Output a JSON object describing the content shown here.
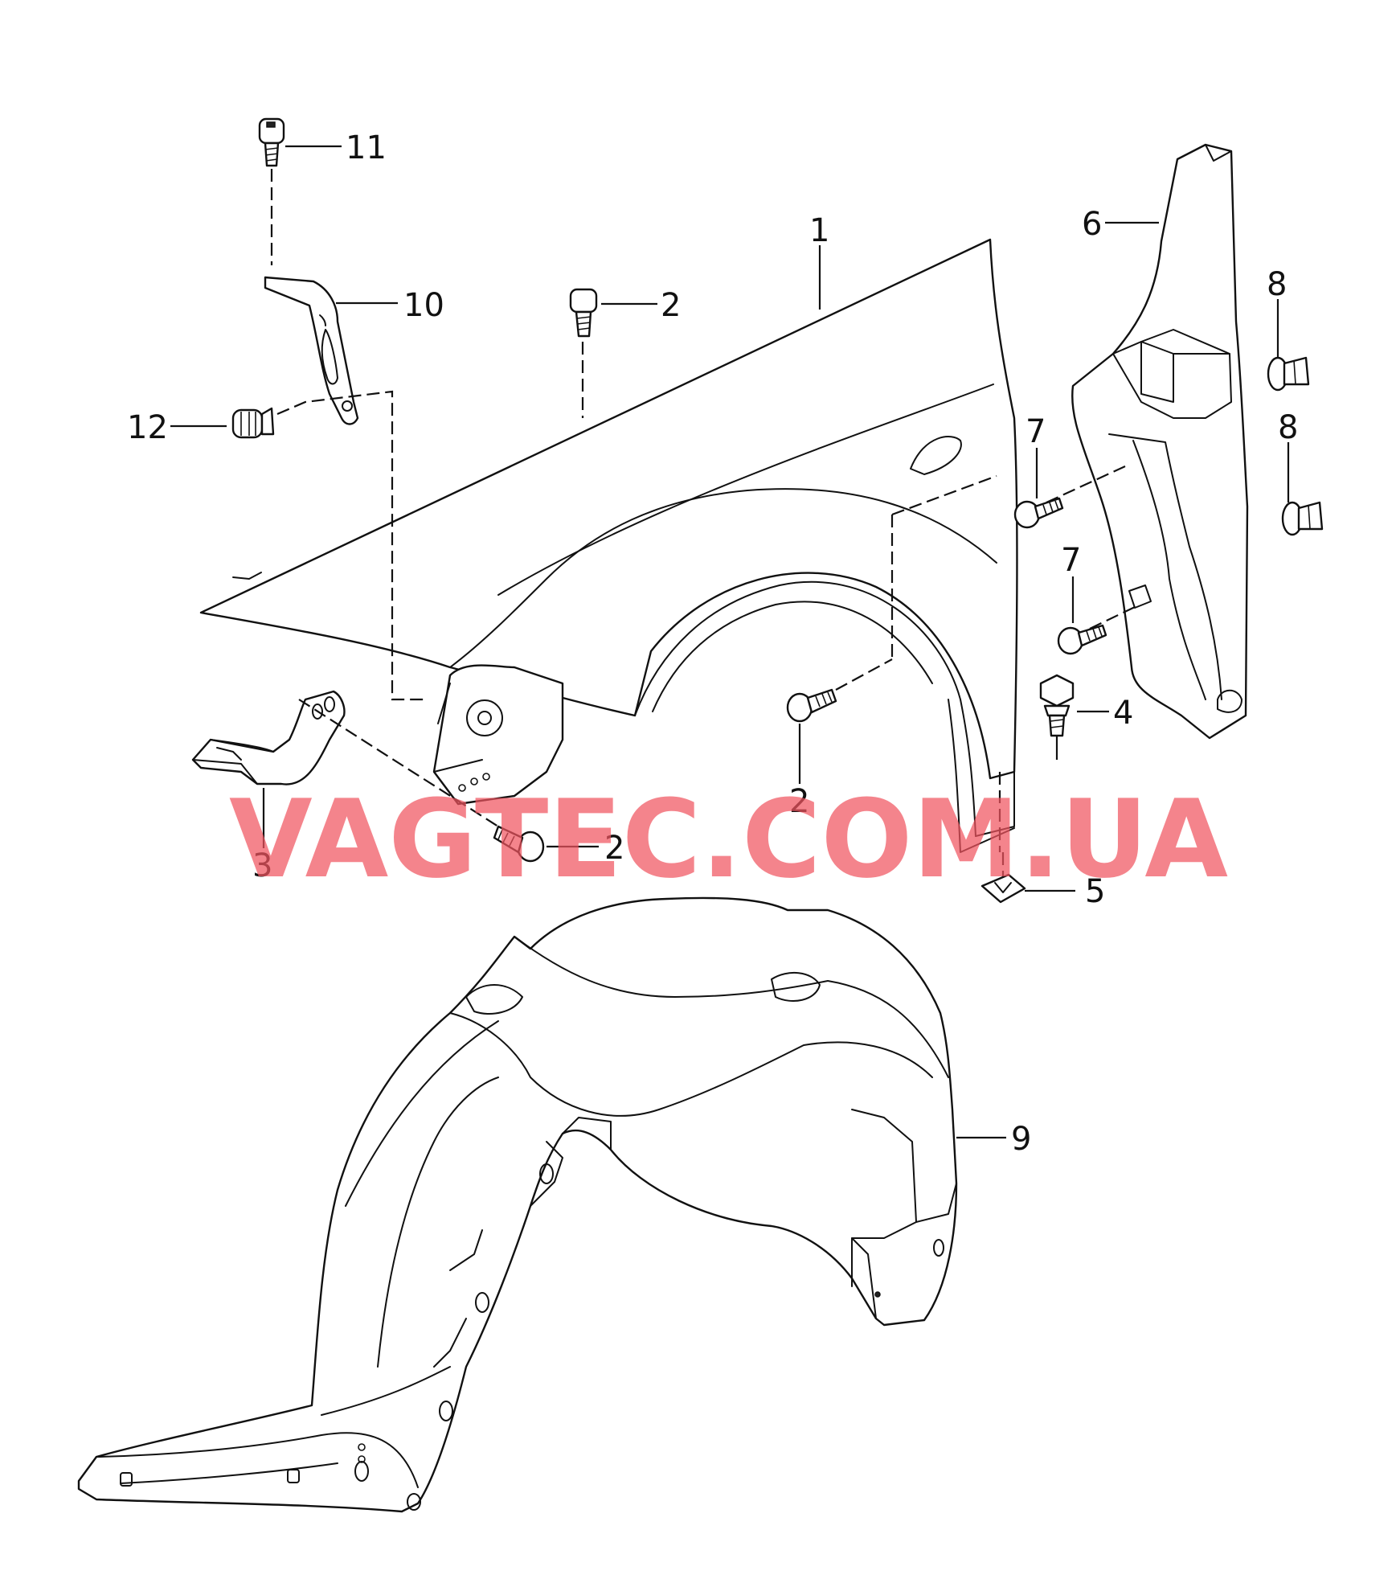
{
  "callouts": {
    "c1": "1",
    "c2a": "2",
    "c2b": "2",
    "c2c": "2",
    "c3": "3",
    "c4": "4",
    "c5": "5",
    "c6": "6",
    "c7a": "7",
    "c7b": "7",
    "c8a": "8",
    "c8b": "8",
    "c9": "9",
    "c10": "10",
    "c11": "11",
    "c12": "12"
  },
  "watermark": "VAGTEC.COM.UA",
  "colors": {
    "line": "#111111",
    "background": "#ffffff",
    "watermark": "#f0555f"
  }
}
